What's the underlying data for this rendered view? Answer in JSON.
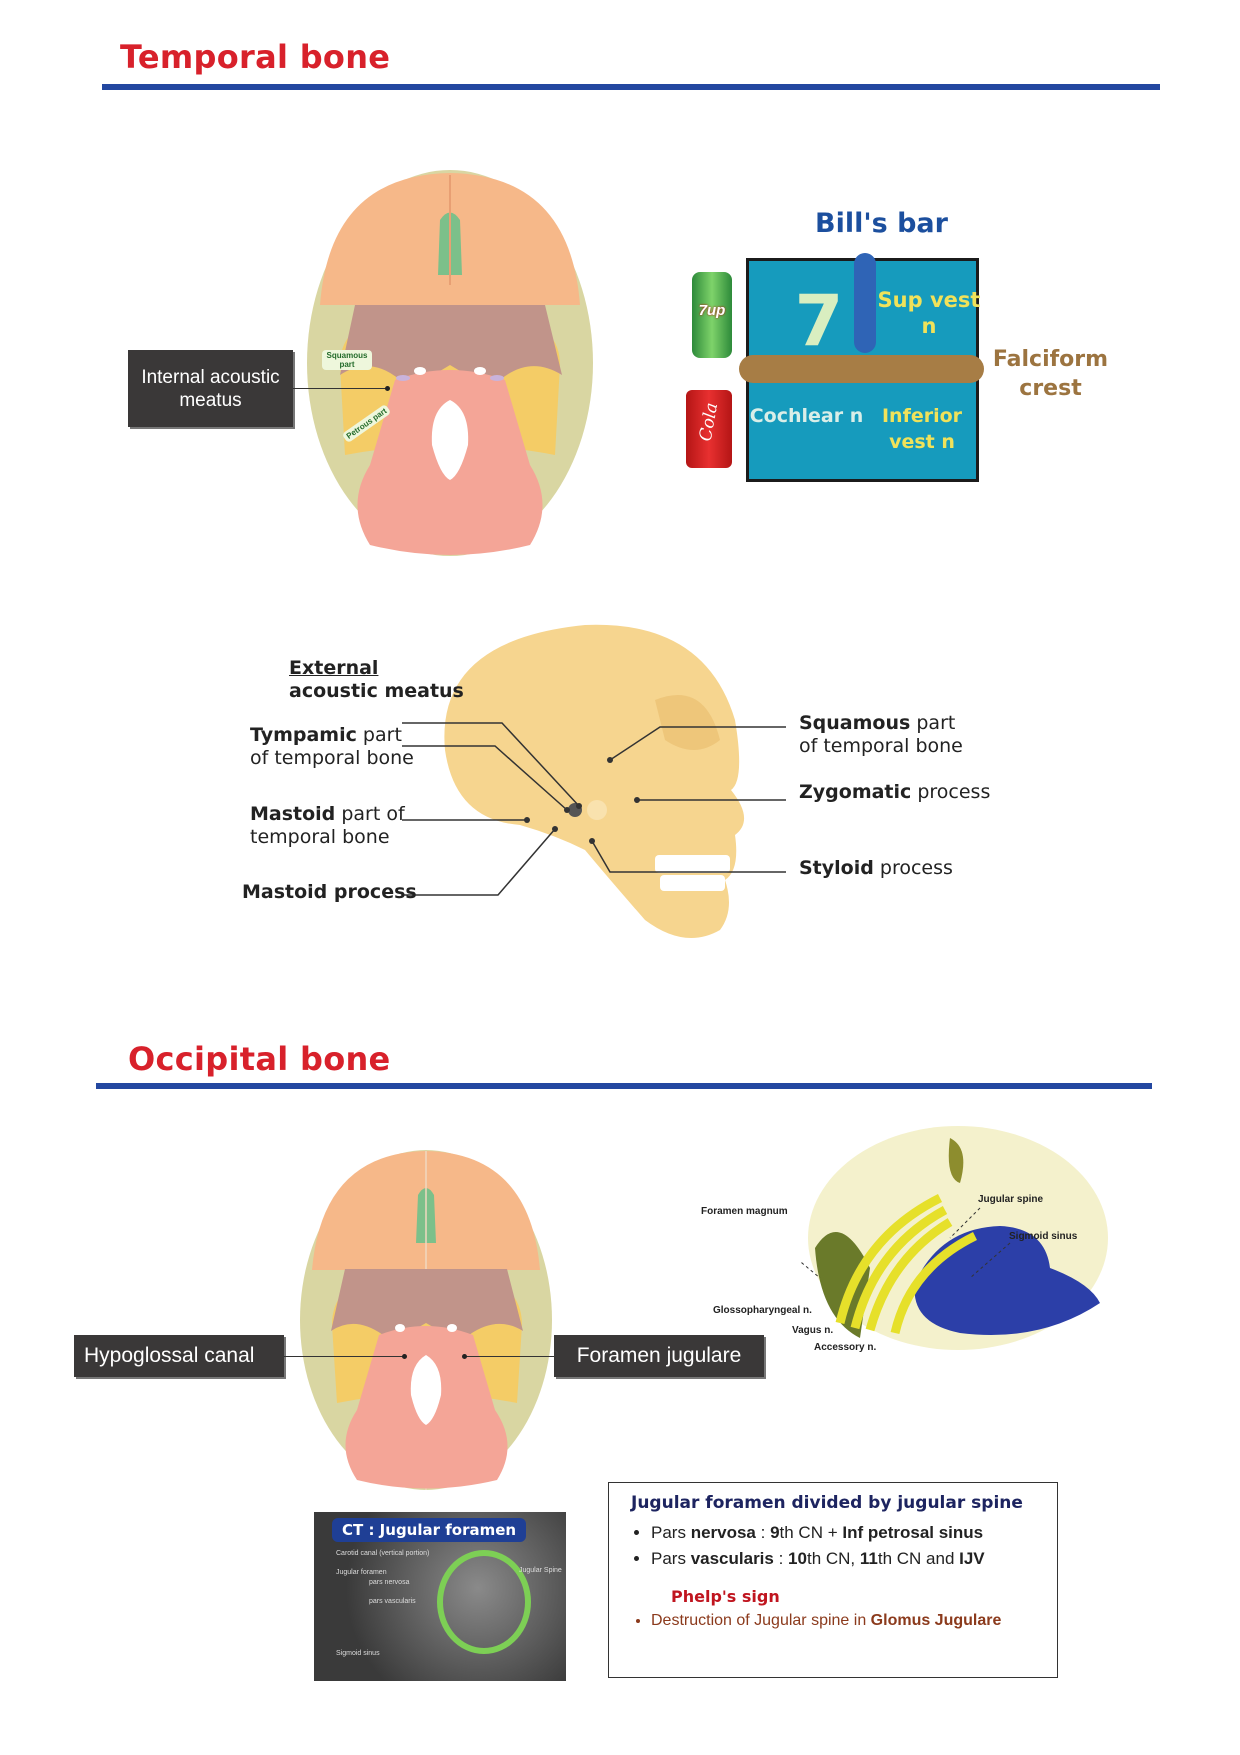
{
  "temporal": {
    "title": "Temporal bone",
    "axial_label": "Internal acoustic meatus",
    "axial_tags": {
      "squamous": "Squamous part",
      "petrous": "Petrous part"
    },
    "bills_bar": {
      "title": "Bill's bar",
      "top_left": "7",
      "top_right": "Sup vest n",
      "bottom_left": "Cochlear n",
      "bottom_right": "Inferior vest n",
      "crest_label": "Falciform crest",
      "can_top": "7up",
      "can_bottom": "Cola"
    },
    "lateral_labels": [
      {
        "bold": "External",
        "rest": " acoustic meatus",
        "underline": true
      },
      {
        "bold": "Tympamic",
        "rest": " part of temporal bone"
      },
      {
        "bold": "Mastoid",
        "rest": " part of temporal bone"
      },
      {
        "bold": "Mastoid process",
        "rest": ""
      },
      {
        "bold": "Squamous",
        "rest": " part of temporal bone"
      },
      {
        "bold": "Zygomatic",
        "rest": " process"
      },
      {
        "bold": "Styloid",
        "rest": " process"
      }
    ]
  },
  "occipital": {
    "title": "Occipital bone",
    "left_label": "Hypoglossal canal",
    "right_label": "Foramen jugulare",
    "jf_labels": {
      "foramen_magnum": "Foramen magnum",
      "glosso": "Glossopharyngeal n.",
      "vagus": "Vagus n.",
      "accessory": "Accessory n.",
      "jugular_spine": "Jugular spine",
      "sigmoid": "Sigmoid sinus"
    },
    "ct": {
      "title": "CT : Jugular foramen",
      "labels": [
        "Carotid canal (vertical portion)",
        "Jugular foramen",
        "pars nervosa",
        "pars vascularis",
        "Jugular Spine",
        "Sigmoid sinus"
      ]
    },
    "info": {
      "heading": "Jugular foramen divided by jugular spine",
      "items": [
        {
          "a": "Pars ",
          "b": "nervosa",
          "c": " : ",
          "d": "9",
          "e": "th CN + ",
          "f": "Inf petrosal sinus"
        },
        {
          "a": "Pars ",
          "b": "vascularis",
          "c": " : ",
          "d": "10",
          "e": "th CN, ",
          "f": "11",
          "g": "th CN and ",
          "h": "IJV"
        }
      ],
      "sign_title": "Phelp's sign",
      "sign_text": "Destruction of Jugular spine in ",
      "sign_bold": "Glomus Jugulare"
    }
  },
  "colors": {
    "title_red": "#d8212b",
    "rule_blue": "#2347a0",
    "bar_teal": "#169bbd",
    "crest_brown": "#9c7440"
  }
}
